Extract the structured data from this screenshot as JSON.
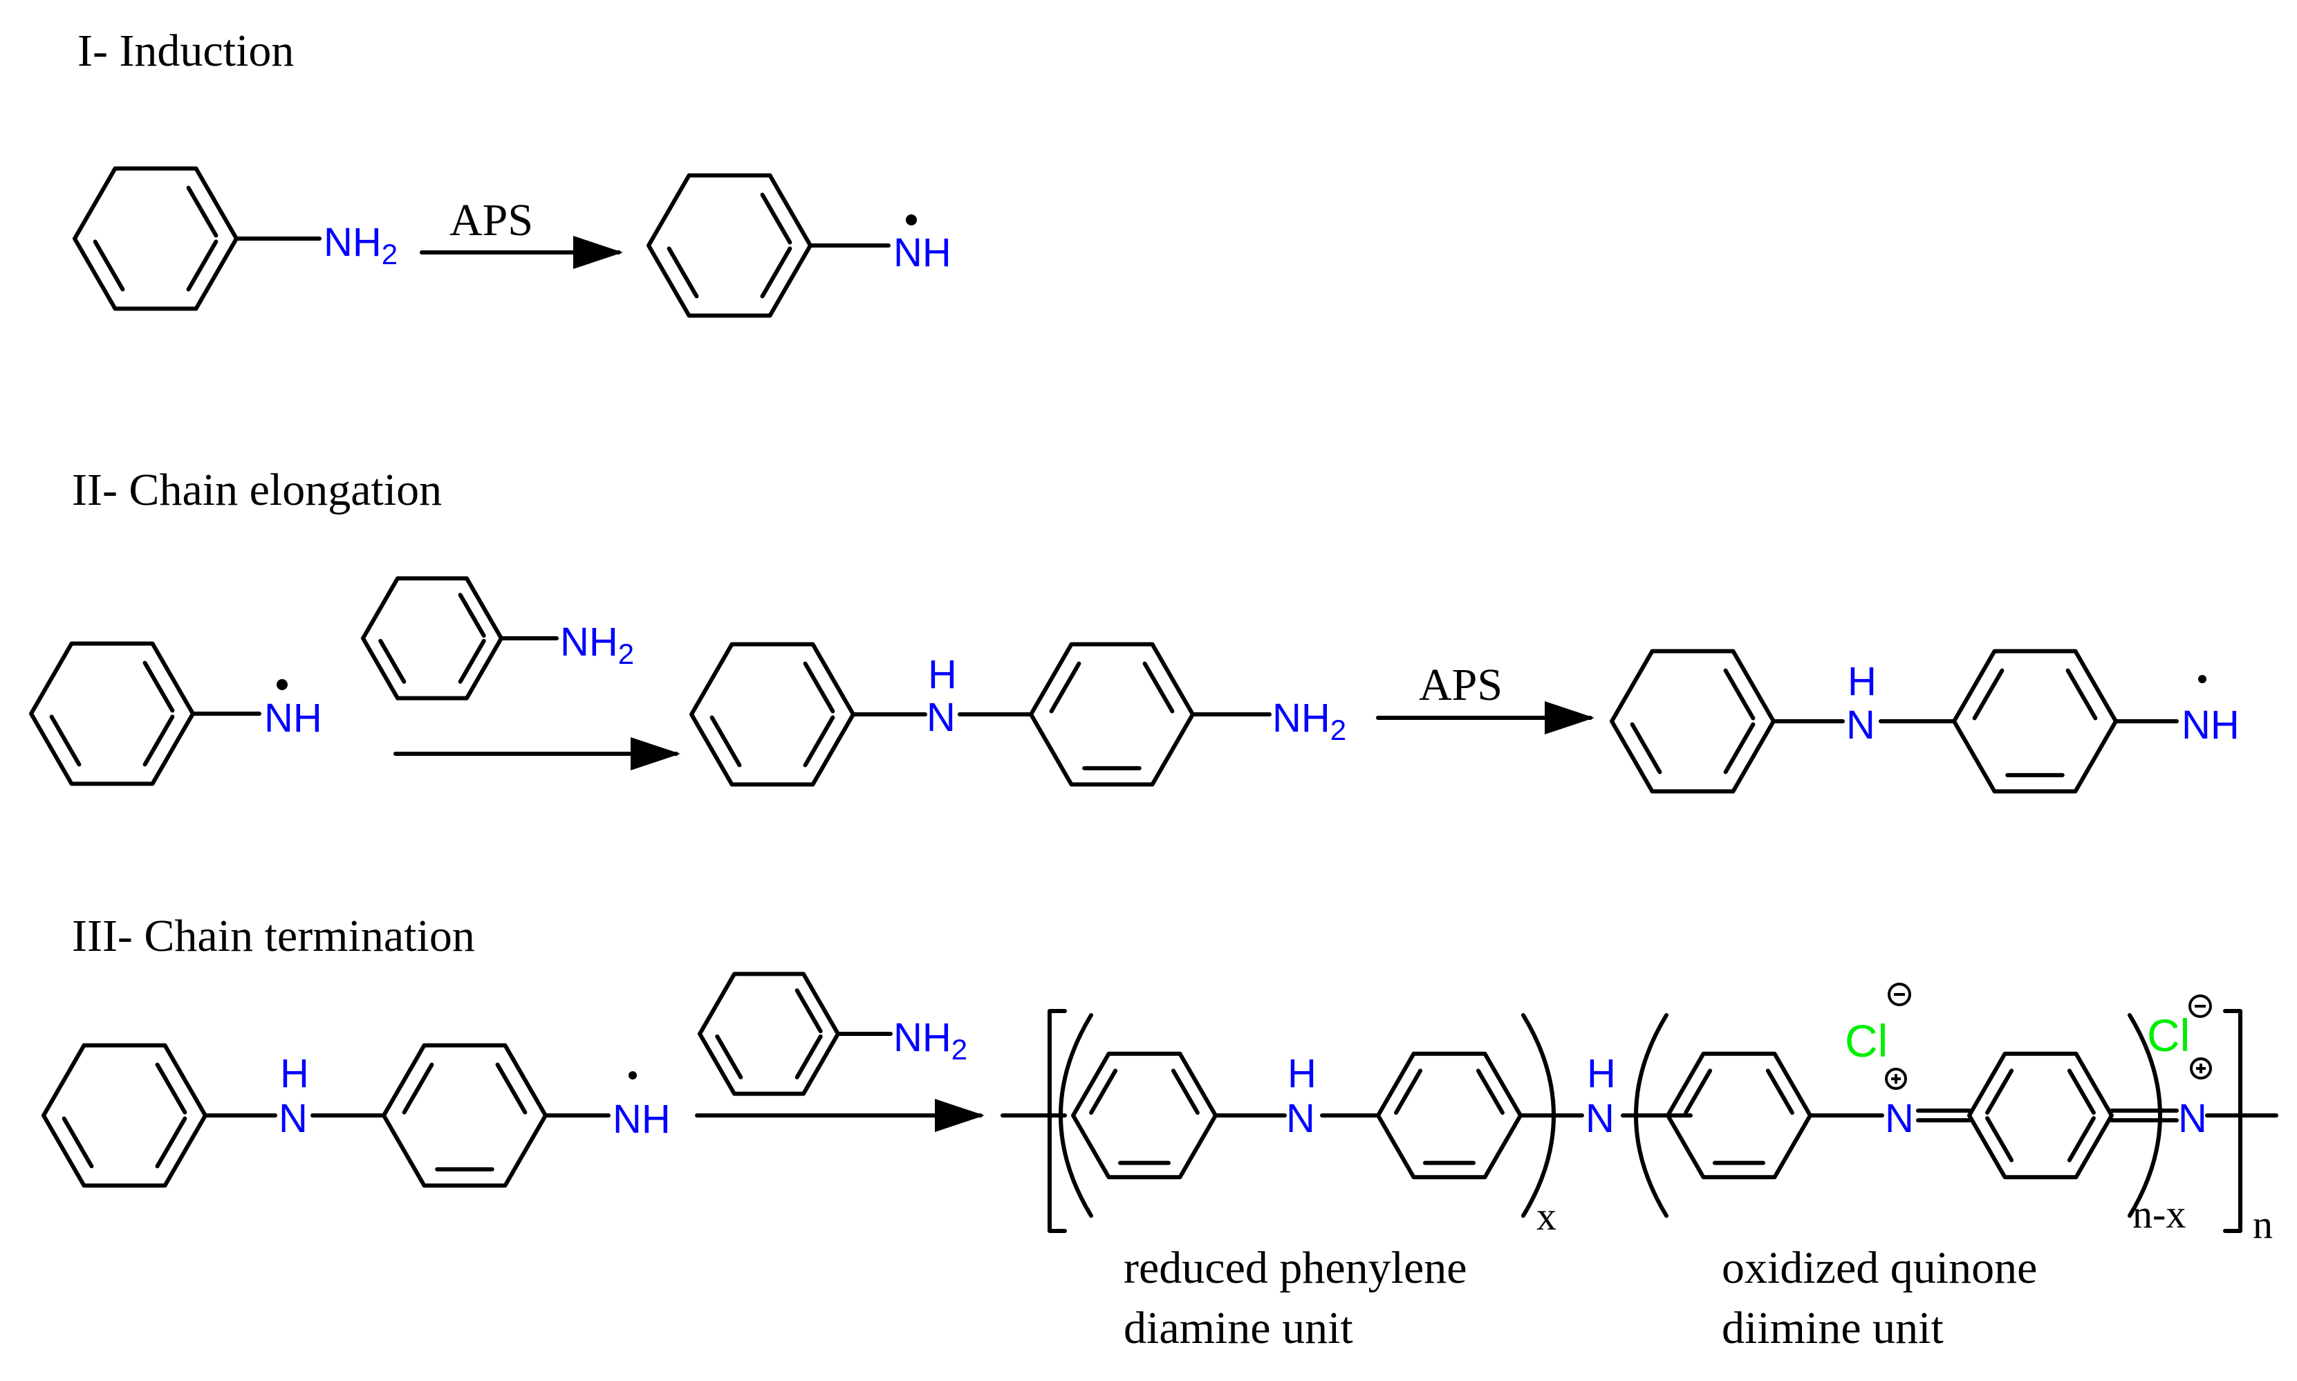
{
  "colors": {
    "atom": "#0000ff",
    "counterion": "#00ee00",
    "line": "#000000",
    "background": "#ffffff"
  },
  "stages": {
    "induction": "I- Induction",
    "elongation": "II- Chain elongation",
    "termination": "III- Chain termination"
  },
  "reagent": "APS",
  "groups": {
    "nh2_prefix": "NH",
    "nh2_sub": "2",
    "nh": "NH",
    "h": "H",
    "n": "N"
  },
  "counterion": "Cl",
  "subscripts": {
    "x": "x",
    "nx": "n-x",
    "n": "n"
  },
  "units": {
    "reduced_line1": "reduced phenylene",
    "reduced_line2": "diamine unit",
    "oxidized_line1": "oxidized quinone",
    "oxidized_line2": "diimine unit"
  }
}
